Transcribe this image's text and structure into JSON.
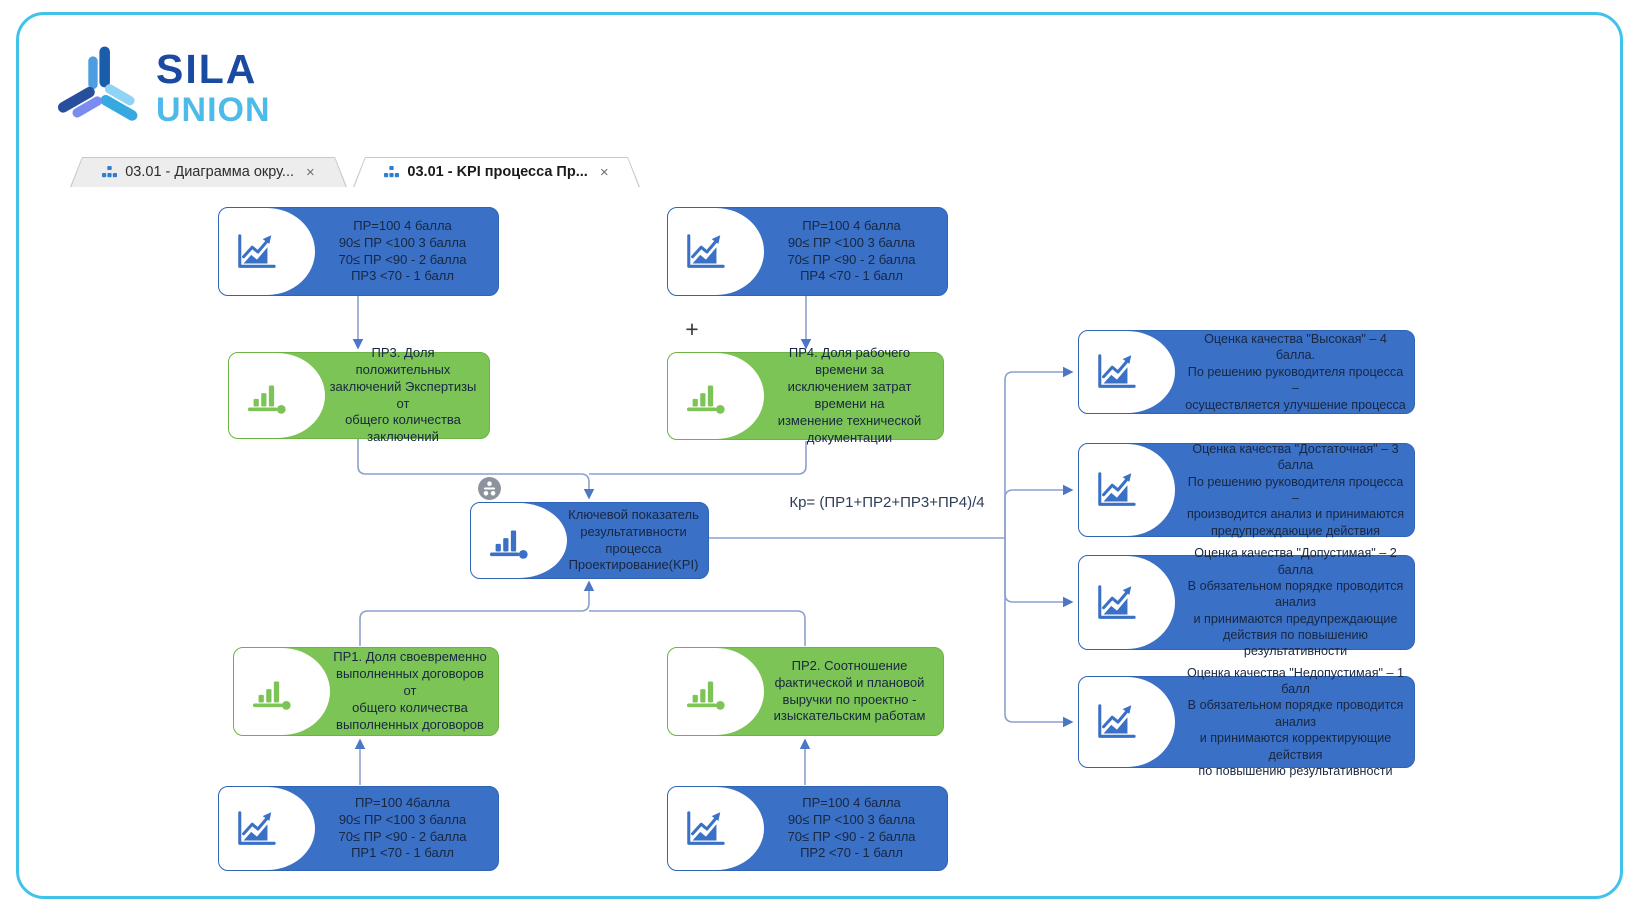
{
  "brand": {
    "line1": "SILA",
    "line2": "UNION"
  },
  "tabs": {
    "items": [
      {
        "label": "03.01 - Диаграмма окру...",
        "close": "×",
        "active": false
      },
      {
        "label": "03.01 - KPI процесса Пр...",
        "close": "×",
        "active": true
      }
    ],
    "new_tab_label": "+"
  },
  "diagram": {
    "formula": "Кр= (ПР1+ПР2+ПР3+ПР4)/4",
    "nodes": {
      "score_pr3": {
        "text": "ПР=100 4 балла\n90≤ ПР <100 3 балла\n70≤ ПР <90 - 2 балла\nПР3 <70 - 1 балл"
      },
      "score_pr4": {
        "text": "ПР=100 4 балла\n90≤ ПР <100 3 балла\n70≤ ПР <90 - 2 балла\nПР4 <70 - 1 балл"
      },
      "kpi_pr3": {
        "text": "ПР3. Доля положительных\nзаключений Экспертизы от\nобщего количества\nзаключений"
      },
      "kpi_pr4": {
        "text": "ПР4. Доля рабочего времени за\nисключением затрат времени на\nизменение технической\nдокументации"
      },
      "central": {
        "text": "Ключевой показатель\nрезультативности процесса\nПроектирование(KPI)"
      },
      "kpi_pr1": {
        "text": "ПР1. Доля своевременно\nвыполненных договоров от\nобщего количества\nвыполненных договоров"
      },
      "kpi_pr2": {
        "text": "ПР2. Соотношение\nфактической и плановой\nвыручки по проектно -\nизыскательским работам"
      },
      "score_pr1": {
        "text": "ПР=100 4балла\n90≤ ПР <100 3 балла\n70≤ ПР <90 - 2 балла\nПР1 <70 - 1 балл"
      },
      "score_pr2": {
        "text": "ПР=100 4 балла\n90≤ ПР <100 3 балла\n70≤ ПР <90 - 2 балла\nПР2 <70 - 1 балл"
      },
      "outcome_high": {
        "text": "Оценка качества \"Высокая\" – 4 балла.\nПо решению руководителя процесса –\nосуществляется улучшение процесса"
      },
      "outcome_sufficient": {
        "text": "Оценка качества \"Достаточная\" – 3 балла\nПо решению руководителя процесса –\nпроизводится анализ и принимаются\nпредупреждающие действия"
      },
      "outcome_admissible": {
        "text": "Оценка качества \"Допустимая\" – 2 балла\nВ обязательном порядке проводится анализ\nи принимаются предупреждающие\nдействия по повышению результативности"
      },
      "outcome_inadmissible": {
        "text": "Оценка качества \"Недопустимая\" – 1 балл\nВ обязательном порядке проводится анализ\nи принимаются корректирующие действия\nпо повышению результативности"
      }
    },
    "colors": {
      "node_blue": "#3a70c5",
      "node_green": "#7cc455",
      "connector": "#8aa1cd",
      "arrow": "#4b77c5",
      "frame": "#41c2ea"
    }
  }
}
